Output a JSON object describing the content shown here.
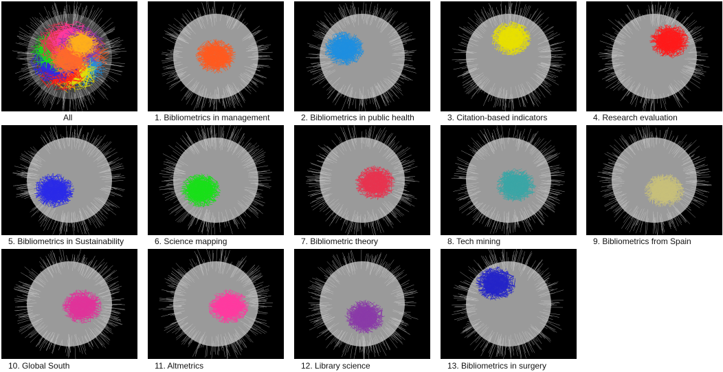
{
  "panels": [
    {
      "label": "All",
      "highlight_color": "#ff6a2b",
      "highlight_position": "center",
      "mode": "all"
    },
    {
      "label": "1. Bibliometrics in management",
      "highlight_color": "#ff5a1f",
      "highlight_position": "center"
    },
    {
      "label": "2. Bibliometrics in public health",
      "highlight_color": "#1e8fe0",
      "highlight_position": "left"
    },
    {
      "label": "3. Citation-based indicators",
      "highlight_color": "#e8e000",
      "highlight_position": "top"
    },
    {
      "label": "4. Research evaluation",
      "highlight_color": "#ff1a1a",
      "highlight_position": "top-right"
    },
    {
      "label": "5. Bibliometrics in Sustainability",
      "highlight_color": "#2a2ae8",
      "highlight_position": "bottom-left"
    },
    {
      "label": "6. Science mapping",
      "highlight_color": "#18e018",
      "highlight_position": "bottom-left"
    },
    {
      "label": "7. Bibliometric theory",
      "highlight_color": "#e8334f",
      "highlight_position": "right"
    },
    {
      "label": "8. Tech mining",
      "highlight_color": "#3aa6a6",
      "highlight_position": "center-right"
    },
    {
      "label": "9. Bibliometrics from Spain",
      "highlight_color": "#c8c07a",
      "highlight_position": "bottom-right"
    },
    {
      "label": "10. Global South",
      "highlight_color": "#e0339a",
      "highlight_position": "right"
    },
    {
      "label": "11. Altmetrics",
      "highlight_color": "#ff3aa0",
      "highlight_position": "right"
    },
    {
      "label": "12. Library science",
      "highlight_color": "#8a3aa8",
      "highlight_position": "bottom"
    },
    {
      "label": "13. Bibliometrics in surgery",
      "highlight_color": "#2424c8",
      "highlight_position": "top-left"
    }
  ],
  "colors": {
    "background": "#000000",
    "network_gray": "#9a9a9a"
  }
}
